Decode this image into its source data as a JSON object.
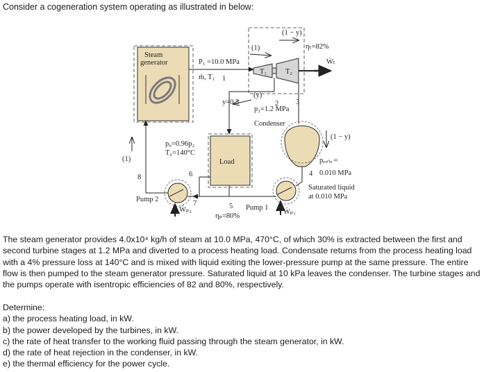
{
  "intro": "Consider a cogeneration system operating as illustrated in below:",
  "figure": {
    "steam_generator_line1": "Steam",
    "steam_generator_line2": "generator",
    "p1": "P₁ =10.0 MPa",
    "mdot_t1": "ṁ, T₁",
    "state1": "1",
    "state1_paren": "(1)",
    "one_minus_y_top": "(1 − y)",
    "turbine_eff": "ηₜ=82%",
    "turbine1": "T₁",
    "turbine2": "T₂",
    "work_t": "Ẇₜ",
    "y_frac": "y=0.3",
    "y_paren": "(y)",
    "state2": "2",
    "p2": "p₂=1.2 MPa",
    "state3": "3",
    "condenser": "Condenser",
    "one_minus_y_right": "(1 − y)",
    "p_cond_label": "pₑₒₙₔ =",
    "p_cond_value": "0.010 MPa",
    "state4": "4",
    "saturated_line1": "Saturated liquid",
    "saturated_line2": "at 0.010 MPa",
    "p6": "p₆=0.96p₂",
    "t6": "T₆=140°C",
    "load": "Load",
    "one_left": "(1)",
    "state8": "8",
    "state6": "6",
    "state7": "7",
    "state5": "5",
    "pump2": "Pump 2",
    "wp2": "Ẇₚ₂",
    "pump_eff": "ηₚ=80%",
    "pump1": "Pump 1",
    "wp1": "Ẇₚ₁"
  },
  "paragraph": "The steam generator provides 4.0x10⁴ kg/h of steam at 10.0 MPa, 470°C, of which 30% is extracted between the first and second turbine stages at 1.2 MPa and diverted to a process heating load. Condensate returns from the process heating load with a 4% pressure loss at 140°C and is mixed with liquid exiting the lower-pressure pump at the same pressure. The entire flow is then pumped to the steam generator pressure. Saturated liquid at 10 kPa leaves the condenser. The turbine stages and the pumps operate with isentropic efficiencies of 82 and 80%, respectively.",
  "determine": {
    "heading": "Determine:",
    "items": [
      "a) the process heating load, in kW.",
      "b) the power developed by the turbines, in kW.",
      "c) the rate of heat transfer to the working fluid passing through the steam generator, in kW.",
      "d) the rate of heat rejection in the condenser, in kW.",
      "e) the thermal efficiency for the power cycle."
    ]
  },
  "colors": {
    "component_fill": "#ecdcb6",
    "component_stroke": "#2a2a2a",
    "turbine_fill": "#d6d6d6",
    "coil": "#7a7a7a"
  }
}
